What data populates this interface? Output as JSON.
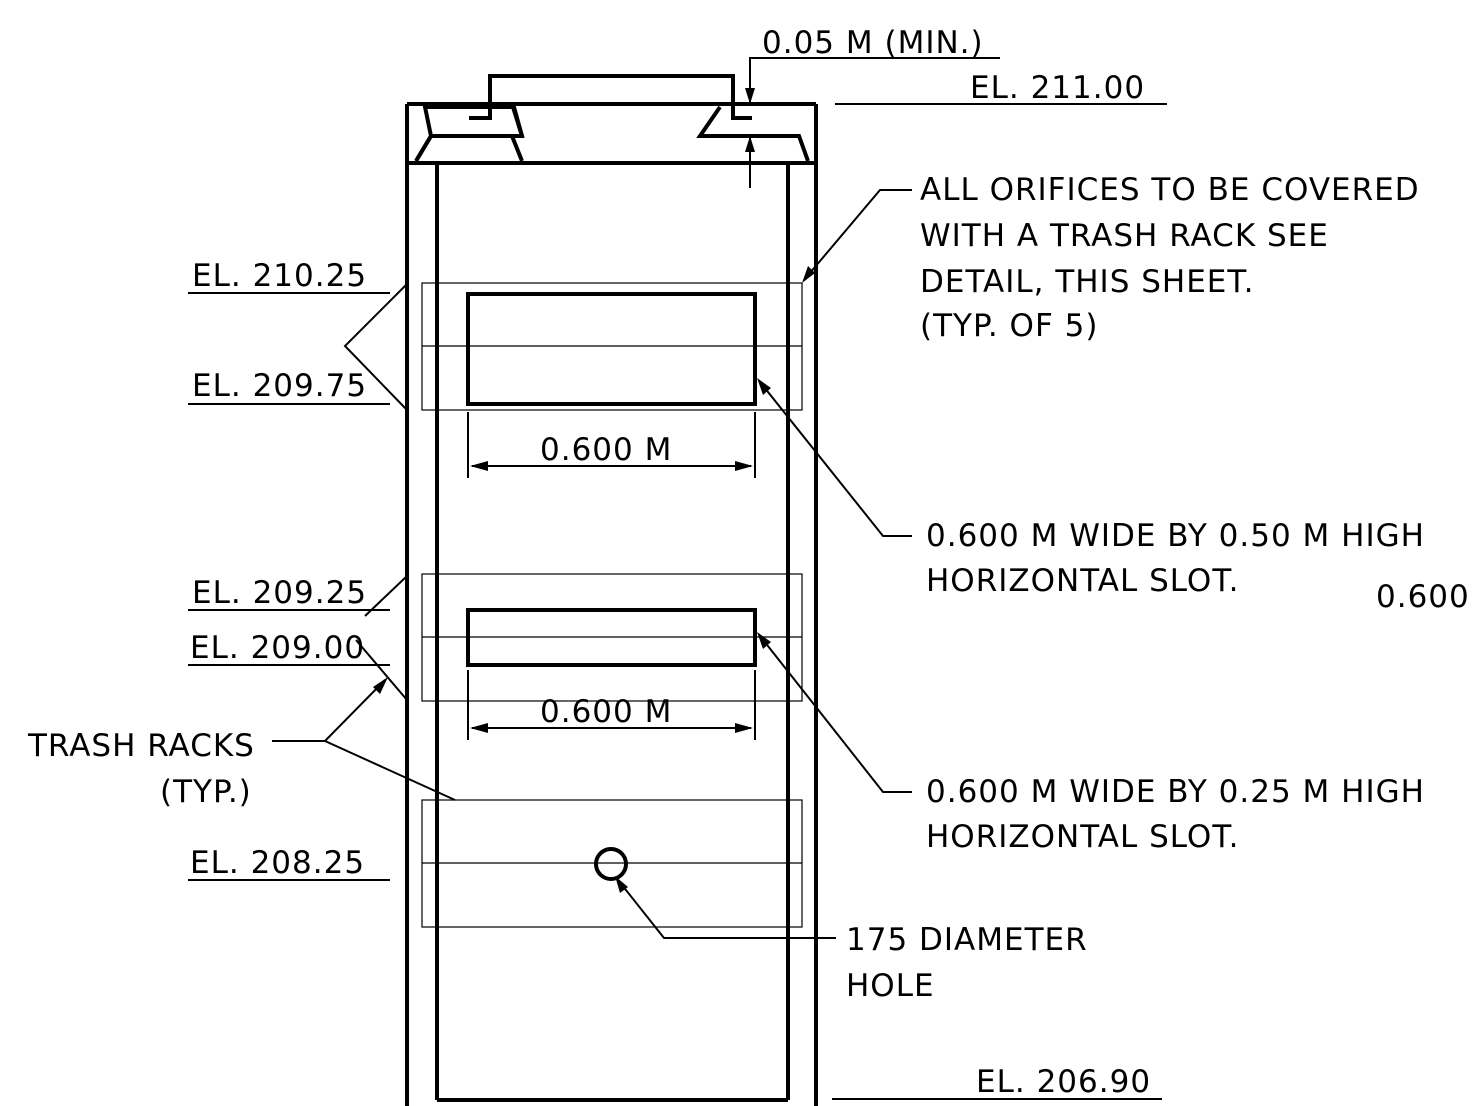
{
  "labels": {
    "top_dim": "0.05  M  (MIN.)",
    "el_top": "EL. 211.00",
    "el_210_25": "EL. 210.25",
    "el_209_75": "EL. 209.75",
    "el_209_25": "EL. 209.25",
    "el_209_00": "EL. 209.00",
    "el_208_25": "EL. 208.25",
    "el_bottom": "EL. 206.90",
    "note_lines": [
      "ALL  ORIFICES  TO  BE  COVERED",
      "WITH  A  TRASH  RACK  SEE",
      "DETAIL, THIS  SHEET.",
      "(TYP. OF  5)"
    ],
    "dim_upper": "0.600  M",
    "dim_lower": "0.600  M",
    "slot_upper_lines": [
      "0.600  M  WIDE  BY  0.50  M  HIGH",
      "HORIZONTAL  SLOT."
    ],
    "slot_upper_extra": "0.600",
    "slot_lower_lines": [
      "0.600  M  WIDE  BY  0.25  M  HIGH",
      "HORIZONTAL  SLOT."
    ],
    "trash_racks_lines": [
      "TRASH  RACKS",
      "(TYP.)"
    ],
    "hole_lines": [
      "175  DIAMETER",
      "HOLE"
    ]
  }
}
